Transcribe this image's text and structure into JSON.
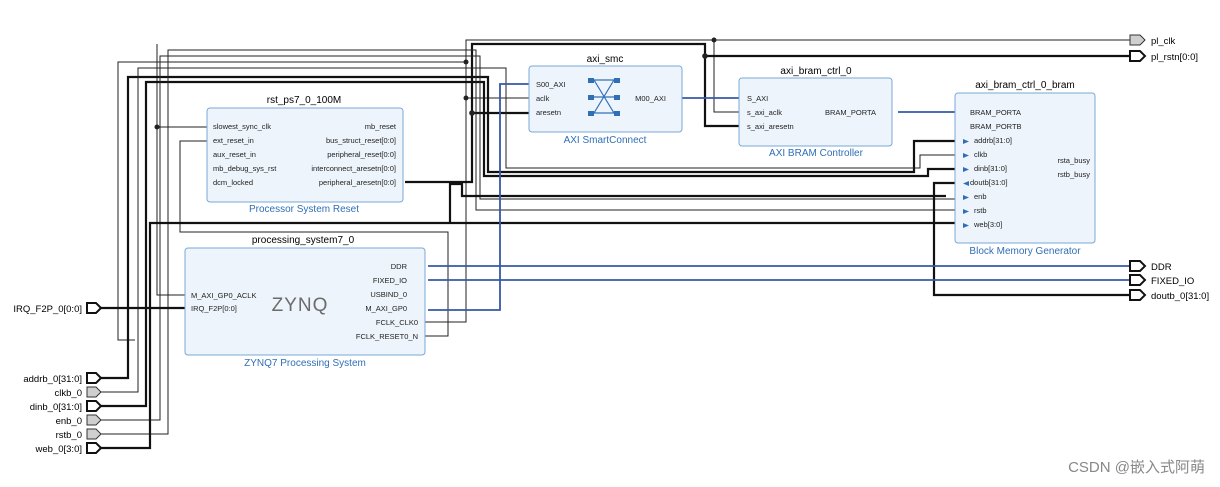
{
  "blocks": {
    "axi_smc": {
      "name": "axi_smc",
      "subtitle": "AXI SmartConnect",
      "pins_left": [
        "S00_AXI",
        "aclk",
        "aresetn"
      ],
      "pins_right": [
        "M00_AXI"
      ]
    },
    "bram_ctrl": {
      "name": "axi_bram_ctrl_0",
      "subtitle": "AXI BRAM Controller",
      "pins_left": [
        "S_AXI",
        "s_axi_aclk",
        "s_axi_aresetn"
      ],
      "pins_right": [
        "BRAM_PORTA"
      ]
    },
    "bram": {
      "name": "axi_bram_ctrl_0_bram",
      "subtitle": "Block Memory Generator",
      "pins_left": [
        "BRAM_PORTA",
        "BRAM_PORTB",
        "addrb[31:0]",
        "clkb",
        "dinb[31:0]",
        "doutb[31:0]",
        "enb",
        "rstb",
        "web[3:0]"
      ],
      "pins_right": [
        "rsta_busy",
        "rstb_busy"
      ]
    },
    "rst": {
      "name": "rst_ps7_0_100M",
      "subtitle": "Processor System Reset",
      "pins_left": [
        "slowest_sync_clk",
        "ext_reset_in",
        "aux_reset_in",
        "mb_debug_sys_rst",
        "dcm_locked"
      ],
      "pins_right": [
        "mb_reset",
        "bus_struct_reset[0:0]",
        "peripheral_reset[0:0]",
        "interconnect_aresetn[0:0]",
        "peripheral_aresetn[0:0]"
      ]
    },
    "ps7": {
      "name": "processing_system7_0",
      "subtitle": "ZYNQ7 Processing System",
      "logo": "ZYNQ",
      "pins_left": [
        "M_AXI_GP0_ACLK",
        "IRQ_F2P[0:0]"
      ],
      "pins_right": [
        "DDR",
        "FIXED_IO",
        "USBIND_0",
        "M_AXI_GP0",
        "FCLK_CLK0",
        "FCLK_RESET0_N"
      ]
    }
  },
  "ports_left": [
    "IRQ_F2P_0[0:0]",
    "addrb_0[31:0]",
    "clkb_0",
    "dinb_0[31:0]",
    "enb_0",
    "rstb_0",
    "web_0[3:0]"
  ],
  "ports_right": [
    "pl_clk",
    "pl_rstn[0:0]",
    "DDR",
    "FIXED_IO",
    "doutb_0[31:0]"
  ],
  "watermark": "CSDN @嵌入式阿萌",
  "colors": {
    "block_fill": "#eef4fb",
    "block_border": "#7aa7d8",
    "subtitle": "#2f6fb6",
    "interface_net": "#3558a8"
  }
}
